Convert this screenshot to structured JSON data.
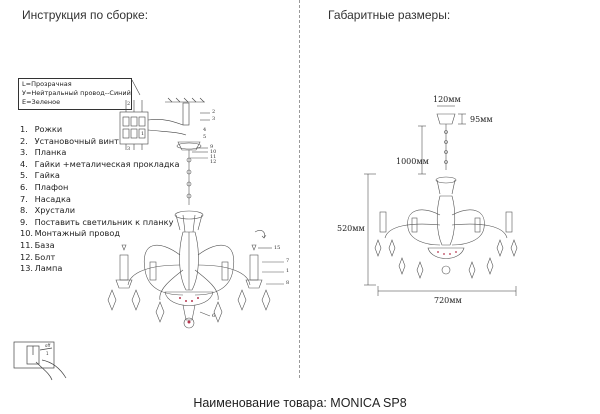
{
  "headings": {
    "assembly": "Инструкция по сборке:",
    "dimensions": "Габаритные размеры:"
  },
  "wiring_legend": [
    "L=Прозрачная",
    "У=Нейтральный провод--Синий",
    "E=Зеленое"
  ],
  "parts": [
    {
      "num": "1.",
      "label": "Рожки"
    },
    {
      "num": "2.",
      "label": "Установочный винт"
    },
    {
      "num": "3.",
      "label": "Планка"
    },
    {
      "num": "4.",
      "label": "Гайки +металическая прокладка"
    },
    {
      "num": "5.",
      "label": "Гайка"
    },
    {
      "num": "6.",
      "label": "Плафон"
    },
    {
      "num": "7.",
      "label": "Насадка"
    },
    {
      "num": "8.",
      "label": "Хрустали"
    },
    {
      "num": "9.",
      "label": "Поставить светильник к планку"
    },
    {
      "num": "10.",
      "label": "Монтажный провод"
    },
    {
      "num": "11.",
      "label": "База"
    },
    {
      "num": "12.",
      "label": "Болт"
    },
    {
      "num": "13.",
      "label": "Лампа"
    }
  ],
  "dimensions": {
    "canopy_width": "120мм",
    "canopy_height": "95мм",
    "chain_length": "1000мм",
    "body_height": "520мм",
    "overall_width": "720мм"
  },
  "callouts": [
    "2",
    "3",
    "9",
    "10",
    "11",
    "12",
    "4",
    "5",
    "15",
    "7",
    "1",
    "8",
    "6",
    "1",
    "2",
    "3"
  ],
  "footer": "Наименование товара: MONICA SP8"
}
